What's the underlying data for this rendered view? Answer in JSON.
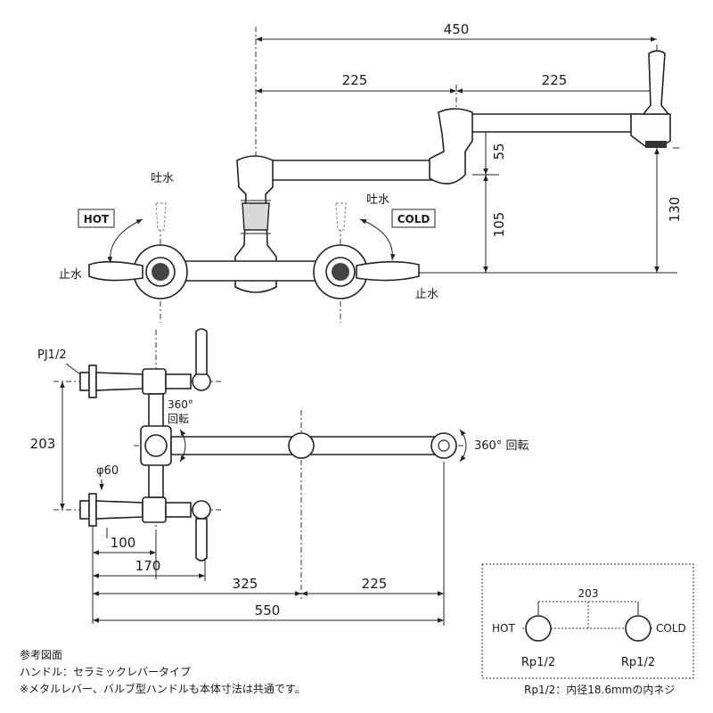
{
  "front": {
    "dim_total": "450",
    "dim_left": "225",
    "dim_right": "225",
    "dim_55": "55",
    "dim_105": "105",
    "dim_130": "130",
    "spout_left": "吐水",
    "spout_right": "吐水",
    "stop_left": "止水",
    "stop_right": "止水",
    "hot": "HOT",
    "cold": "COLD"
  },
  "top": {
    "pj": "PJ1/2",
    "dim_203": "203",
    "rotate_small_deg": "360°",
    "rotate_small_word": "回転",
    "rotate_large": "360° 回転",
    "phi": "φ60",
    "dim_100": "100",
    "dim_170": "170",
    "dim_325": "325",
    "dim_225": "225",
    "dim_550": "550"
  },
  "notes": {
    "line1": "参考図面",
    "line2": "ハンドル：セラミックレバータイプ",
    "line3": "※メタルレバー、バルブ型ハンドルも本体寸法は共通です。"
  },
  "inset": {
    "dim": "203",
    "hot": "HOT",
    "cold": "COLD",
    "rp_left": "Rp1/2",
    "rp_right": "Rp1/2",
    "caption": "Rp1/2：内径18.6mmの内ネジ"
  }
}
